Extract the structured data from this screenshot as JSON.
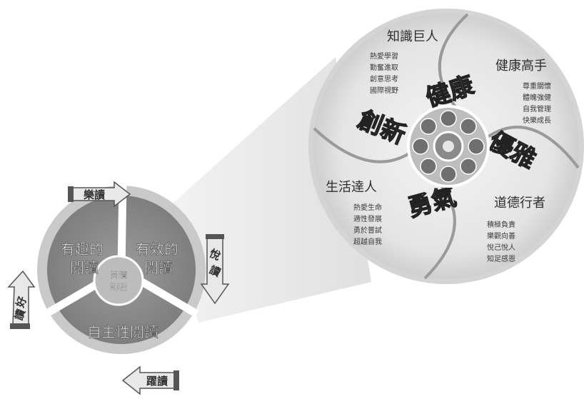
{
  "core": {
    "line1": "閱讀",
    "line2": "課程"
  },
  "segments": {
    "fun": {
      "line1": "有趣的",
      "line2": "閱讀"
    },
    "effective": {
      "line1": "有效的",
      "line2": "閱讀"
    },
    "autonomous": {
      "line1": "自主性閱讀"
    }
  },
  "arrows": {
    "top": {
      "label": "樂讀"
    },
    "right": {
      "char1": "悅",
      "char2": "讀"
    },
    "bottom": {
      "label": "躍讀"
    },
    "left": {
      "char1": "好",
      "char2": "讀"
    }
  },
  "quadrants": {
    "knowledge": {
      "title": "知識巨人",
      "items": [
        "熱愛學習",
        "勤奮進取",
        "創意思考",
        "國際視野"
      ]
    },
    "health": {
      "title": "健康高手",
      "items": [
        "尊重關懷",
        "體魄強健",
        "自我管理",
        "快樂成長"
      ]
    },
    "morality": {
      "title": "道德行者",
      "items": [
        "積極負責",
        "樂觀向善",
        "悅己悅人",
        "知足感恩"
      ]
    },
    "life": {
      "title": "生活達人",
      "items": [
        "熱愛生命",
        "適性發展",
        "勇於嘗試",
        "超越自我"
      ]
    }
  },
  "stylized_words": {
    "health": "健康",
    "innovation": "創新",
    "elegance": "優雅",
    "courage": "勇氣"
  },
  "colors": {
    "segment_fill": "#8c8c8c",
    "ring_fill": "#c9c9c9",
    "core_fill": "#bcbcbc",
    "swirl_line": "#9a9a9a"
  }
}
